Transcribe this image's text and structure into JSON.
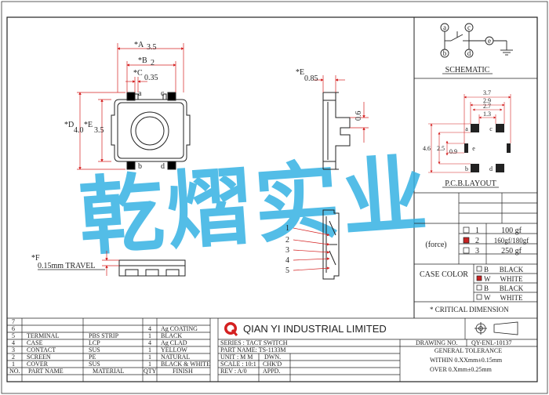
{
  "watermark": "乾熠实业",
  "schematic": {
    "title": "SCHEMATIC",
    "pins": [
      "a",
      "b",
      "c",
      "d",
      "e"
    ]
  },
  "pcb": {
    "title": "P.C.B.LAYOUT",
    "dims": [
      "3.7",
      "2.9",
      "2.7",
      "1.3",
      "4.6",
      "2.5",
      "0.9"
    ],
    "pins": [
      "a",
      "b",
      "c",
      "d",
      "e"
    ]
  },
  "top_view": {
    "dim_a": "*A",
    "dim_a_val": "3.5",
    "dim_b": "*B",
    "dim_b_val": "2",
    "dim_c": "*C",
    "dim_c_val": "0.35",
    "dim_d": "*D",
    "dim_d_val": "4.0",
    "dim_e": "*E",
    "dim_e_val": "3.5",
    "pins": [
      "a",
      "b",
      "c",
      "d"
    ]
  },
  "side_view": {
    "dim_e": "*E",
    "dim_e_val": "0.85",
    "dim_h": "0.6"
  },
  "front_view": {
    "dim_f": "*F",
    "travel": "0.15mm TRAVEL"
  },
  "callouts": [
    "1",
    "2",
    "3",
    "4",
    "5"
  ],
  "force": {
    "label": "(force)",
    "options": [
      {
        "num": "1",
        "value": "100 gf",
        "selected": false
      },
      {
        "num": "2",
        "value": "160gf/180gf",
        "selected": true
      },
      {
        "num": "3",
        "value": "250 gf",
        "selected": false
      }
    ]
  },
  "case_color": {
    "label": "CASE COLOR",
    "options": [
      {
        "code": "B",
        "name": "BLACK",
        "selected": false
      },
      {
        "code": "W",
        "name": "WHITE",
        "selected": true
      },
      {
        "code": "B",
        "name": "BLACK",
        "selected": false
      },
      {
        "code": "W",
        "name": "WHITE",
        "selected": false
      }
    ]
  },
  "critical_note": "* CRITICAL  DIMENSION",
  "bom": {
    "rows": [
      {
        "no": "7",
        "part": "",
        "material": "",
        "qty": "",
        "finish": ""
      },
      {
        "no": "6",
        "part": "",
        "material": "",
        "qty": "4",
        "finish": "Ag COATING"
      },
      {
        "no": "5",
        "part": "TERMINAL",
        "material": "PBS STRIP",
        "qty": "1",
        "finish": "BLACK"
      },
      {
        "no": "4",
        "part": "CASE",
        "material": "LCP",
        "qty": "4",
        "finish": "Ag CLAD"
      },
      {
        "no": "3",
        "part": "CONTACT",
        "material": "SUS",
        "qty": "1",
        "finish": "YELLOW"
      },
      {
        "no": "2",
        "part": "SCREEN",
        "material": "PE",
        "qty": "1",
        "finish": "NATURAL"
      },
      {
        "no": "1",
        "part": "COVER",
        "material": "SUS",
        "qty": "1",
        "finish": "BLACK & WHITE"
      }
    ],
    "header": {
      "no": "NO.",
      "part": "PART NAME",
      "material": "MATERIAL",
      "qty": "QTY",
      "finish": "FINISH"
    }
  },
  "title_block": {
    "logo_letter": "Q",
    "company": "QIAN YI INDUSTRIAL LIMITED",
    "series": "SERIES : TACT SWITCH",
    "part_name": "PART NAME: TS-1133M",
    "unit": "UNIT : M M",
    "scale": "SCALE : 10:1",
    "rev": "REV  : A/0",
    "dwn": "DWN.",
    "chkd": "CHK'D",
    "appd": "APPD.",
    "drawing_no_label": "DRAWING NO.",
    "drawing_no": "QY-ENL-10137",
    "tolerance_title": "GENERAL TOLERANCE",
    "tol_within": "WITHIN 0.XXmm±0.15mm",
    "tol_over": "OVER   0.Xmm±0.25mm"
  },
  "colors": {
    "line": "#222222",
    "dim": "#d42020",
    "watermark": "#35b2e3"
  }
}
